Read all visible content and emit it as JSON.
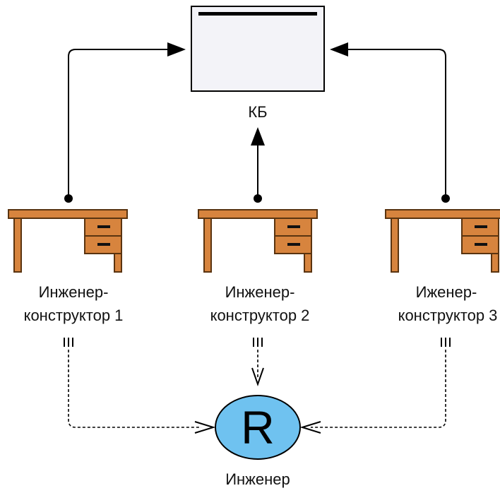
{
  "diagram": {
    "kb_label": "КБ",
    "engineer_label": "Инженер",
    "resource_symbol": "R",
    "desks": [
      {
        "line1": "Инженер-",
        "line2": "конструктор 1"
      },
      {
        "line1": "Инженер-",
        "line2": "конструктор 2"
      },
      {
        "line1": "Иженер-",
        "line2": "конструктор 3"
      }
    ],
    "colors": {
      "desk_fill": "#d7843e",
      "desk_outline": "#5a3410",
      "window_fill": "#f3f3f8",
      "resource_fill": "#6fc2f0",
      "line": "#000000"
    },
    "icons": [
      "window-icon",
      "desk-icon",
      "resource-circle-icon"
    ]
  }
}
